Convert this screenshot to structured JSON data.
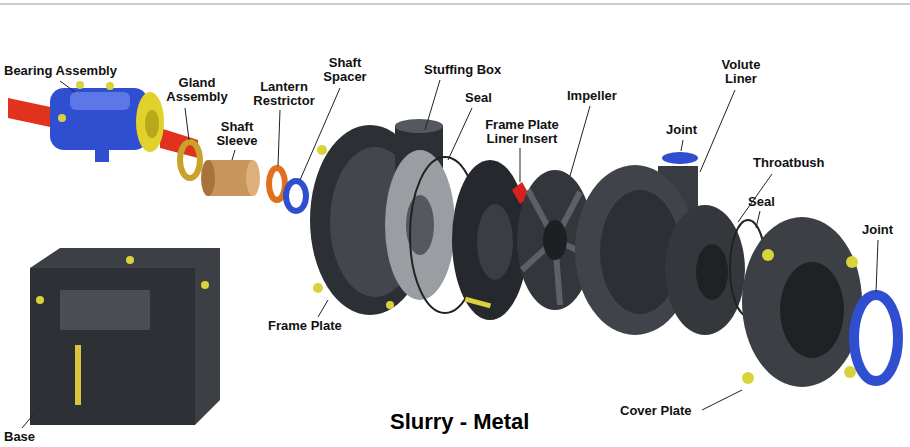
{
  "diagram": {
    "title": "Slurry - Metal",
    "labels": [
      "Bearing Assembly",
      "Gland Assembly",
      "Lantern Restrictor",
      "Shaft Spacer",
      "Shaft Sleeve",
      "Stuffing Box",
      "Seal",
      "Impeller",
      "Volute Liner",
      "Frame Plate Liner Insert",
      "Joint",
      "Throatbush",
      "Seal",
      "Joint",
      "Frame Plate",
      "Cover Plate",
      "Base"
    ]
  }
}
